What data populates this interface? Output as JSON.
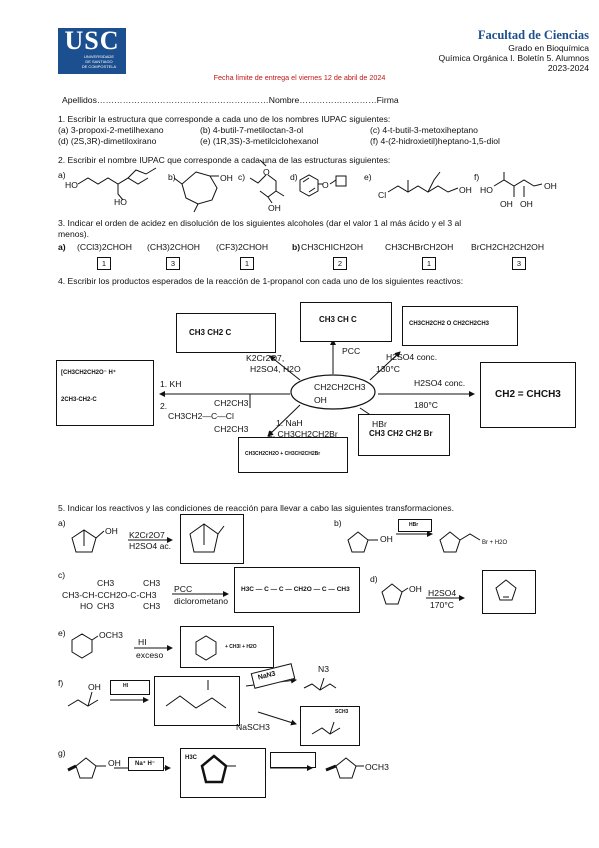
{
  "header": {
    "logo_text": "USC",
    "logo_sub1": "UNIVERSIDADE",
    "logo_sub2": "DE SANTIAGO",
    "logo_sub3": "DE COMPOSTELA",
    "faculty": "Facultad de Ciencias",
    "degree": "Grado en Bioquímica",
    "course": "Química Orgánica I. Boletín 5. Alumnos",
    "year": "2023-2024",
    "deadline": "Fecha límite de entrega el viernes 12 de abril de 2024"
  },
  "student_line": {
    "apellidos": "Apellidos……………………………………………………",
    "nombre": "Nombre………………………",
    "firma": "Firma"
  },
  "q1": {
    "title": "1. Escribir la estructura que corresponde a cada uno de los nombres IUPAC siguientes:",
    "a": "(a) 3-propoxi-2-metilhexano",
    "b": "(b) 4-butil-7-metiloctan-3-ol",
    "c": "(c) 4-t-butil-3-metoxiheptano",
    "d": "(d) (2S,3R)-dimetiloxirano",
    "e": "(e) (1R,3S)-3-metilciclohexanol",
    "f": "(f) 4-(2-hidroxietil)heptano-1,5-diol"
  },
  "q2": {
    "title": "2. Escribir el nombre IUPAC que corresponde a cada una de las estructuras siguientes:",
    "labels": [
      "a)",
      "b)",
      "c)",
      "d)",
      "e)",
      "f)"
    ],
    "ho": "HO",
    "oh": "OH",
    "o": "O",
    "cl": "Cl"
  },
  "q3": {
    "title1": "3. Indicar el orden de acidez en disolución de los siguientes alcoholes (dar el valor 1 al más ácido y el 3 al",
    "title2": "menos).",
    "label_a": "a)",
    "label_b": "b)",
    "items": [
      {
        "formula": "(CCl3)2CHOH",
        "answer": "1"
      },
      {
        "formula": "(CH3)2CHOH",
        "answer": "3"
      },
      {
        "formula": "(CF3)2CHOH",
        "answer": "1"
      },
      {
        "formula": "CH3CHICH2OH",
        "answer": "2"
      },
      {
        "formula": "CH3CHBrCH2OH",
        "answer": "1"
      },
      {
        "formula": "BrCH2CH2CH2OH",
        "answer": "3"
      }
    ]
  },
  "q4": {
    "title": "4. Escribir los productos esperados de la reacción de 1-propanol con cada uno de los siguientes reactivos:",
    "center_top": "CH2CH2CH3",
    "center_bottom": "OH",
    "r_kmno": "K2Cr2O7,",
    "r_kmno2": "H2SO4, H2O",
    "r_pcc": "PCC",
    "r_h2so4_130": "H2SO4 conc.",
    "t130": "130°C",
    "r_h2so4_180": "H2SO4 conc.",
    "t180": "180°C",
    "r_kh": "1. KH",
    "r_2": "2.",
    "alkyl_top": "CH2CH3",
    "alkyl_mid": "CH3CH2—C—Cl",
    "alkyl_bot": "CH2CH3",
    "r_nah1": "1. NaH",
    "r_nah2": "2. CH3CH2CH2Br",
    "r_hbr": "HBr",
    "ans_acid": "CH3 CH2 C",
    "ans_aldehyde": "CH3 CH C",
    "ans_ether": "CH3CH2CH2 O CH2CH2CH3",
    "ans_alkene": "CH2 = CHCH3",
    "ans_kh1": "[CH3CH2CH2O⁻ H⁺",
    "ans_kh2": "2CH3-CH2-C",
    "ans_nah": "CH3CH2CH2O + CH3CH2CH2Br",
    "ans_bromide": "CH3 CH2 CH2 Br"
  },
  "q5": {
    "title": "5. Indicar los reactivos y las condiciones de reacción para llevar a cabo las siguientes transformaciones.",
    "a_label": "a)",
    "a_r1": "K2Cr2O7",
    "a_r2": "H2SO4 ac.",
    "b_label": "b)",
    "b_reag": "HBr",
    "b_prod": "Br + H2O",
    "c_label": "c)",
    "c_ch3a": "CH3",
    "c_ch3b": "CH3",
    "c_main": "CH3-CH-CCH2O-C-CH3",
    "c_ho": "HO",
    "c_ch3c": "CH3",
    "c_ch3d": "CH3",
    "c_r1": "PCC",
    "c_r2": "diclorometano",
    "c_ans": "H3C — C — C — CH2O — C — CH3",
    "d_label": "d)",
    "d_r1": "H2SO4",
    "d_r2": "170°C",
    "e_label": "e)",
    "e_och3": "OCH3",
    "e_r1": "HI",
    "e_r2": "exceso",
    "e_ans": "+ CH3I + H2O",
    "f_label": "f)",
    "f_oh": "OH",
    "f_reag": "HI",
    "f_nans": "NaN3",
    "f_n3": "N3",
    "f_nasch3": "NaSCH3",
    "f_sch3": "SCH3",
    "g_label": "g)",
    "g_reag": "Na⁺ H⁻",
    "g_h3c": "H3C",
    "g_och3": "OCH3"
  }
}
